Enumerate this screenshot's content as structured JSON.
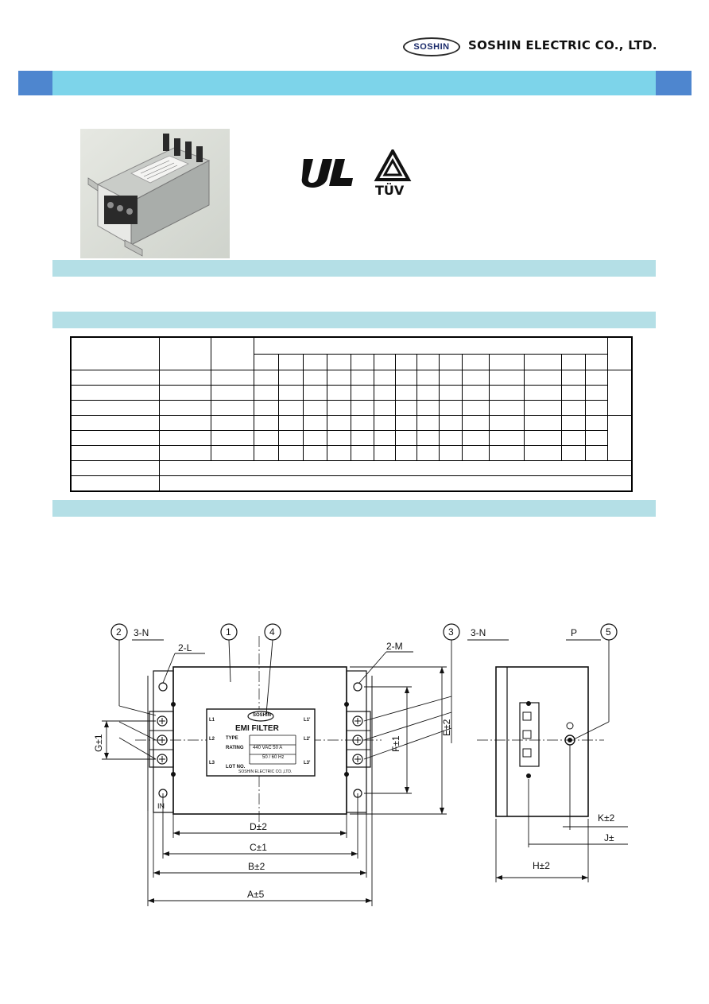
{
  "header": {
    "logo_text": "SOSHIN",
    "company_name": "SOSHIN ELECTRIC CO., LTD."
  },
  "certifications": {
    "ul_icon": "ul-recognized-icon",
    "tuv_icon": "tuv-triangle-icon",
    "tuv_label": "TÜV"
  },
  "product_label": {
    "brand": "SOSHIN",
    "title": "EMI FILTER",
    "type_label": "TYPE",
    "rating_label": "RATING",
    "rating_value": "440 VAC 50 A",
    "frequency_value": "50 / 60 Hz",
    "lot_label": "LOT NO.",
    "maker": "SOSHIN ELECTRIC CO.,LTD.",
    "terminal_marks": [
      "L1",
      "L2",
      "L3",
      "L1'",
      "L2'",
      "L3'"
    ]
  },
  "drawing": {
    "callouts": [
      "1",
      "2",
      "3",
      "4",
      "5"
    ],
    "hole_labels": [
      "2-L",
      "2-M",
      "3-N",
      "3-N",
      "P",
      "IN"
    ],
    "dimensions": [
      "A±5",
      "B±2",
      "C±1",
      "D±2",
      "E±2",
      "F±1",
      "G±1",
      "H±2",
      "J±",
      "K±2"
    ]
  }
}
